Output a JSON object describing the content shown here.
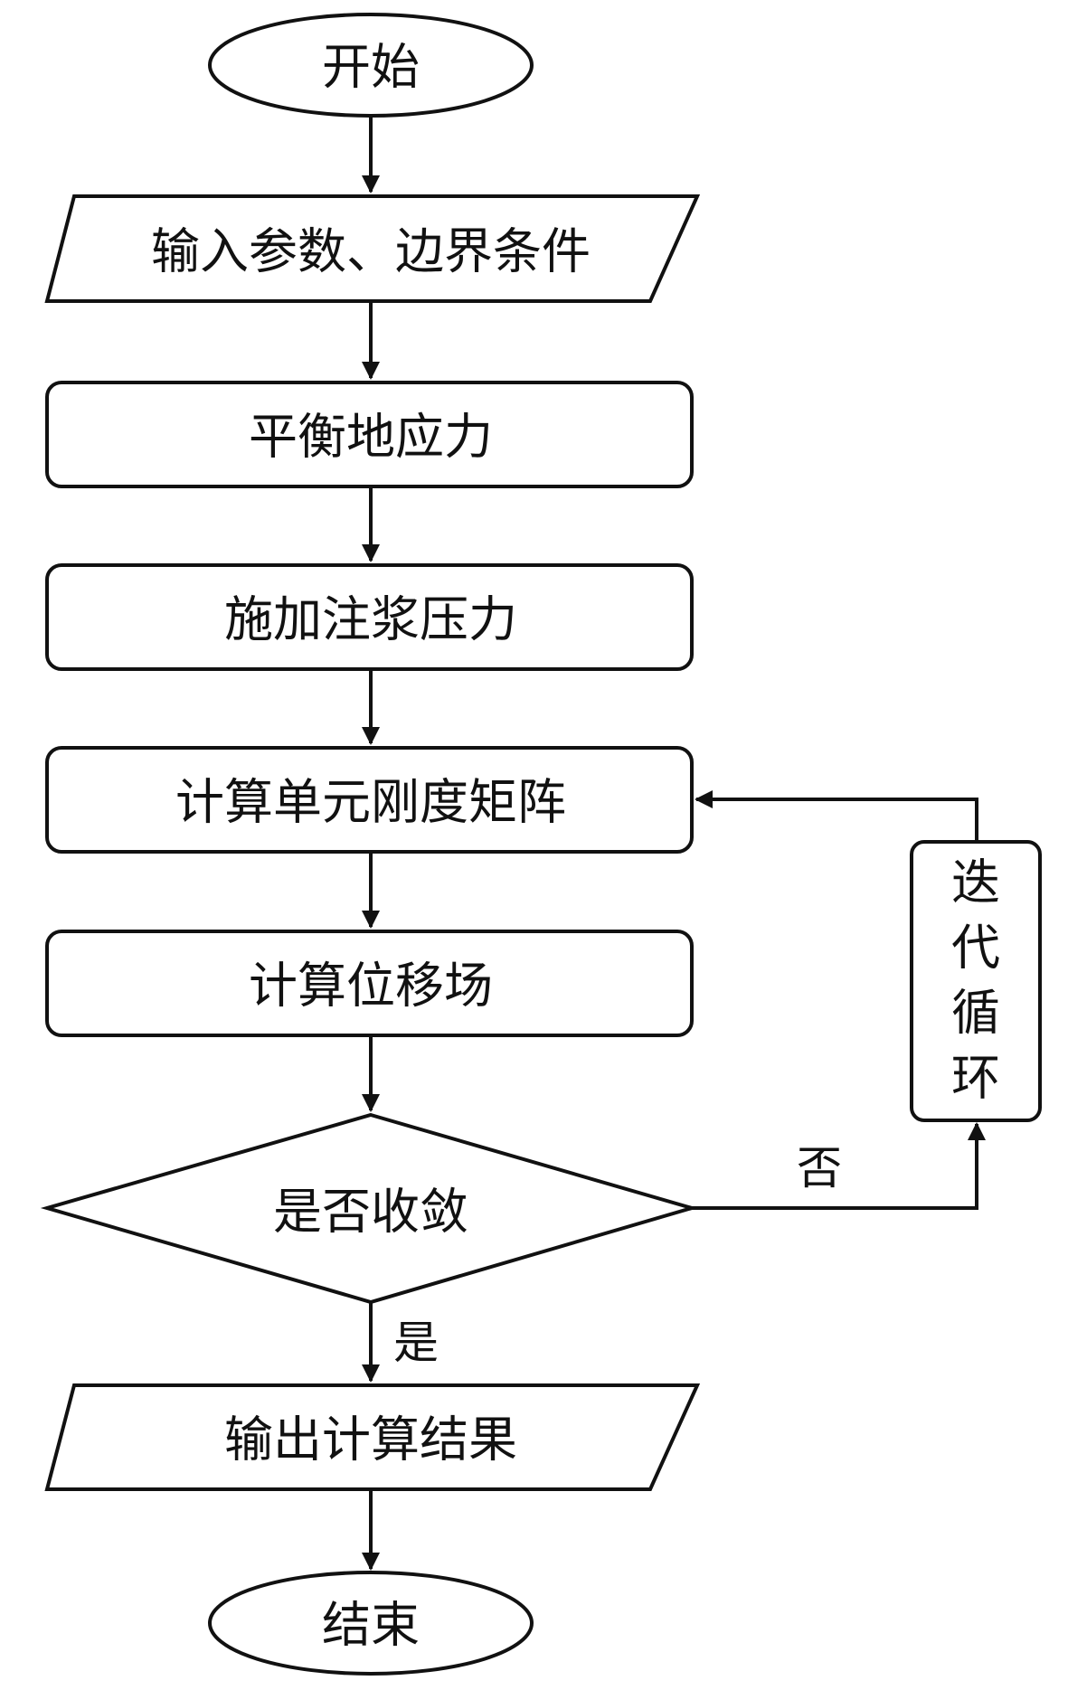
{
  "flowchart": {
    "start": "开始",
    "input": "输入参数、边界条件",
    "step1": "平衡地应力",
    "step2": "施加注浆压力",
    "step3": "计算单元刚度矩阵",
    "step4": "计算位移场",
    "decision": "是否收敛",
    "yes_label": "是",
    "no_label": "否",
    "loop": [
      "迭",
      "代",
      "循",
      "环"
    ],
    "output": "输出计算结果",
    "end": "结束"
  }
}
